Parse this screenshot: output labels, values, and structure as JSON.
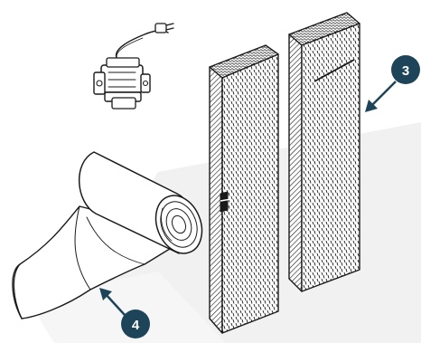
{
  "colors": {
    "background": "#ffffff",
    "floor_shadow": "#f1f1f1",
    "line_art": "#1a1a1a",
    "callout_fill": "#1e4459",
    "callout_text": "#ffffff"
  },
  "parts": [
    {
      "name": "float-switch-pump",
      "icon": "pump-with-cord-icon"
    },
    {
      "name": "filter-pad-left",
      "icon": "filter-pad-icon"
    },
    {
      "name": "filter-pad-right",
      "icon": "filter-pad-icon"
    },
    {
      "name": "media-roll",
      "icon": "media-roll-icon"
    }
  ],
  "callouts": [
    {
      "label": "3",
      "target": "filter-pad-right"
    },
    {
      "label": "4",
      "target": "media-roll"
    }
  ]
}
